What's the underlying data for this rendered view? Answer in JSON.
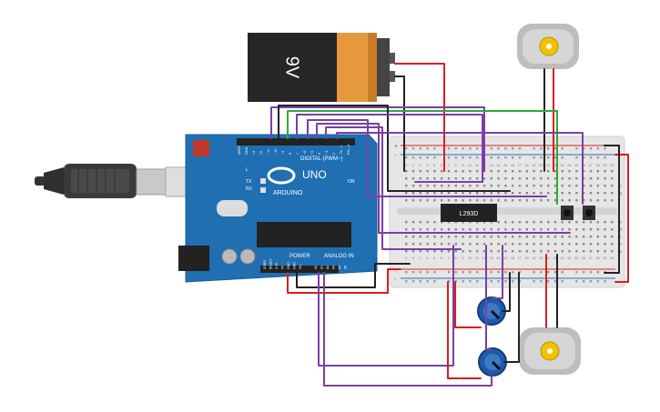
{
  "battery": {
    "label": "9V"
  },
  "arduino": {
    "brand": "ARDUINO",
    "model": "UNO",
    "digital_header": "DIGITAL (PWM~)",
    "power_header": "POWER",
    "analog_header": "ANALOG IN",
    "led_l": "L",
    "led_tx": "TX",
    "led_rx": "RX",
    "led_on": "ON",
    "digital_pins": [
      "AREF",
      "GND",
      "13",
      "12",
      "~11",
      "~10",
      "~9",
      "8",
      "7",
      "~6",
      "~5",
      "4",
      "~3",
      "2",
      "TX→1",
      "RX←0"
    ],
    "power_pins": [
      "IOREF",
      "RESET",
      "3.3V",
      "5V",
      "GND",
      "GND",
      "Vin"
    ],
    "analog_pins": [
      "A0",
      "A1",
      "A2",
      "A3",
      "A4",
      "A5"
    ]
  },
  "chip": {
    "label": "L293D"
  },
  "breadboard": {
    "plus": "+",
    "minus": "-",
    "row_letters_top": [
      "j",
      "i",
      "h",
      "g",
      "f"
    ],
    "row_letters_bottom": [
      "e",
      "d",
      "c",
      "b",
      "a"
    ],
    "columns": [
      "1",
      "2",
      "3",
      "4",
      "5",
      "6",
      "7",
      "8",
      "9",
      "10",
      "11",
      "12",
      "13",
      "14",
      "15",
      "16",
      "17",
      "18",
      "19",
      "20",
      "21",
      "22",
      "23",
      "24",
      "25",
      "26",
      "27",
      "28",
      "29",
      "30"
    ]
  },
  "colors": {
    "wire_red": "#d91e1e",
    "wire_black": "#222222",
    "wire_purple": "#7b3fa6",
    "wire_green": "#2eaa3a",
    "arduino_blue": "#1f6fb2",
    "battery_body": "#2a2a2a",
    "battery_top": "#e89a3a"
  }
}
